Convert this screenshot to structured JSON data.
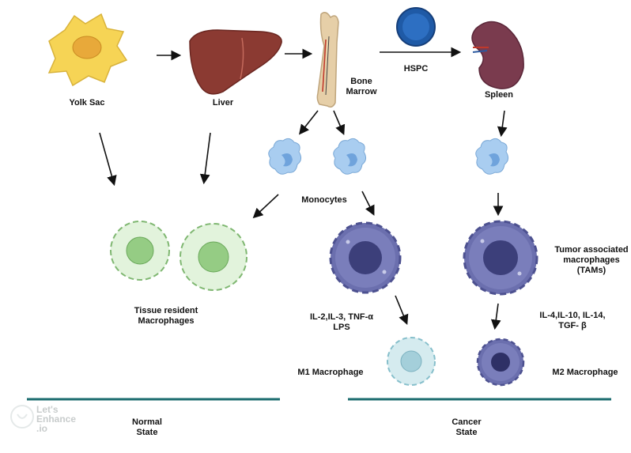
{
  "stages": {
    "yolk_sac": "Yolk Sac",
    "liver": "Liver",
    "bone_marrow": [
      "Bone",
      "Marrow"
    ],
    "hspc": "HSPC",
    "spleen": "Spleen"
  },
  "cells": {
    "monocytes": "Monocytes",
    "tissue_resident": [
      "Tissue resident",
      "Macrophages"
    ],
    "tams": [
      "Tumor associated",
      "macrophages",
      "(TAMs)"
    ],
    "m1": "M1 Macrophage",
    "m2": "M2 Macrophage"
  },
  "stimuli": {
    "m1": [
      "IL-2,IL-3, TNF-α",
      "LPS"
    ],
    "m2": [
      "IL-4,IL-10, IL-14,",
      "TGF- β"
    ]
  },
  "states": {
    "normal": [
      "Normal",
      "State"
    ],
    "cancer": [
      "Cancer",
      "State"
    ]
  },
  "watermark": [
    "Let's",
    "Enhance",
    ".io"
  ],
  "colors": {
    "yolk": "#f6d455",
    "liver": "#8b3a32",
    "hspc": "#1f5aa6",
    "spleen": "#7a3b4e",
    "monocyte": "#a9cdf0",
    "tissue_macrophage": "#e2f3dc",
    "tam": "#6b6fae",
    "m1": "#d5ebef",
    "baseline": "#1a6b6e"
  }
}
